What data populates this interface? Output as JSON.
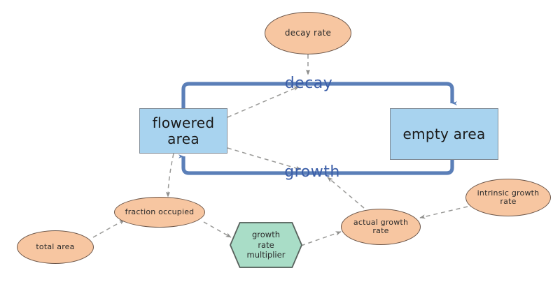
{
  "diagram": {
    "title": "flowered area / empty area stock and flow diagram",
    "background_color": "#ffffff",
    "colors": {
      "stock_fill": "#a8d3ef",
      "stock_border": "#808b96",
      "variable_fill": "#f7c6a1",
      "variable_border": "#6b5548",
      "hexagon_fill": "#a9ddc7",
      "hexagon_border": "#58605c",
      "flow_pipe": "#5b7fb8",
      "flow_label_text": "#3b5ea8",
      "influence_link": "#9a9a98"
    },
    "stocks": [
      {
        "id": "flowered_area",
        "label": "flowered\narea"
      },
      {
        "id": "empty_area",
        "label": "empty area"
      }
    ],
    "flows": [
      {
        "id": "decay",
        "label": "decay",
        "from": "flowered_area",
        "to": "empty_area"
      },
      {
        "id": "growth",
        "label": "growth",
        "from": "empty_area",
        "to": "flowered_area"
      }
    ],
    "variables": [
      {
        "id": "decay_rate",
        "label": "decay rate"
      },
      {
        "id": "fraction_occupied",
        "label": "fraction occupied"
      },
      {
        "id": "total_area",
        "label": "total area"
      },
      {
        "id": "actual_growth_rate",
        "label": "actual growth\nrate"
      },
      {
        "id": "intrinsic_growth_rate",
        "label": "intrinsic growth\nrate"
      }
    ],
    "converters": [
      {
        "id": "growth_rate_multiplier",
        "label": "growth\nrate\nmultiplier"
      }
    ],
    "influence_links": [
      {
        "from": "decay_rate",
        "to": "decay"
      },
      {
        "from": "flowered_area",
        "to": "decay"
      },
      {
        "from": "flowered_area",
        "to": "fraction_occupied"
      },
      {
        "from": "flowered_area",
        "to": "growth"
      },
      {
        "from": "total_area",
        "to": "fraction_occupied"
      },
      {
        "from": "fraction_occupied",
        "to": "growth_rate_multiplier"
      },
      {
        "from": "growth_rate_multiplier",
        "to": "actual_growth_rate"
      },
      {
        "from": "intrinsic_growth_rate",
        "to": "actual_growth_rate"
      },
      {
        "from": "actual_growth_rate",
        "to": "growth"
      }
    ]
  }
}
